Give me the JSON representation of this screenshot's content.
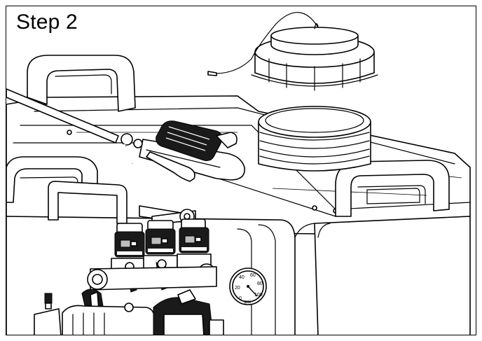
{
  "step_label": "Step 2",
  "gauge": {
    "ticks": [
      "0",
      "20",
      "40",
      "60",
      "80",
      "100"
    ],
    "unit": "psi"
  },
  "valve_tags": [
    "",
    "",
    ""
  ]
}
